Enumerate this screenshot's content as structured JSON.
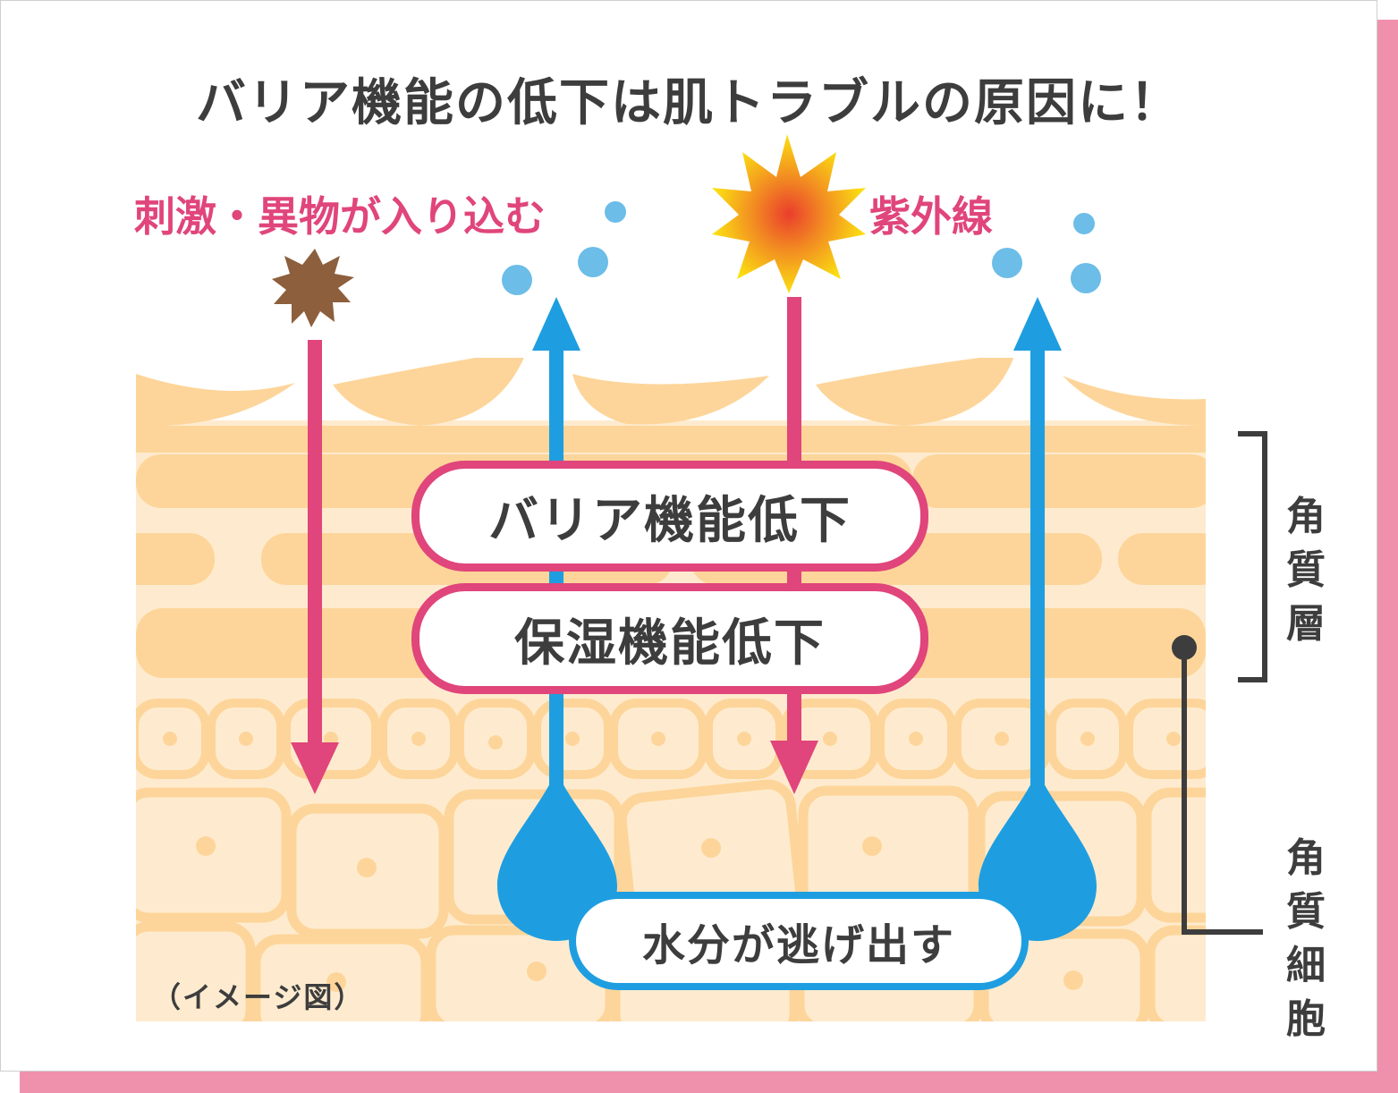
{
  "title": "バリア機能の低下は肌トラブルの原因に！",
  "labels": {
    "stimulus": "刺激・異物が入り込む",
    "uv": "紫外線",
    "barrier_down": "バリア機能低下",
    "moisture_down": "保湿機能低下",
    "water_escape": "水分が逃げ出す",
    "stratum_corneum": "角質層",
    "corneocyte": "角質細胞",
    "image_note": "（イメージ図）"
  },
  "colors": {
    "pink": "#e0457b",
    "blue": "#1e9ee0",
    "droplet_light_blue": "#6cbde8",
    "skin_dark": "#fdd59a",
    "skin_light": "#feebcf",
    "allergen_brown": "#8d5f3c",
    "sun_orange": "#ef5a2a",
    "sun_yellow": "#fbe012",
    "text_dark": "#3d3d3d",
    "frame_shadow": "#ef91ad"
  },
  "icons": [
    "allergen-icon",
    "sun-icon",
    "water-droplet-icon"
  ]
}
